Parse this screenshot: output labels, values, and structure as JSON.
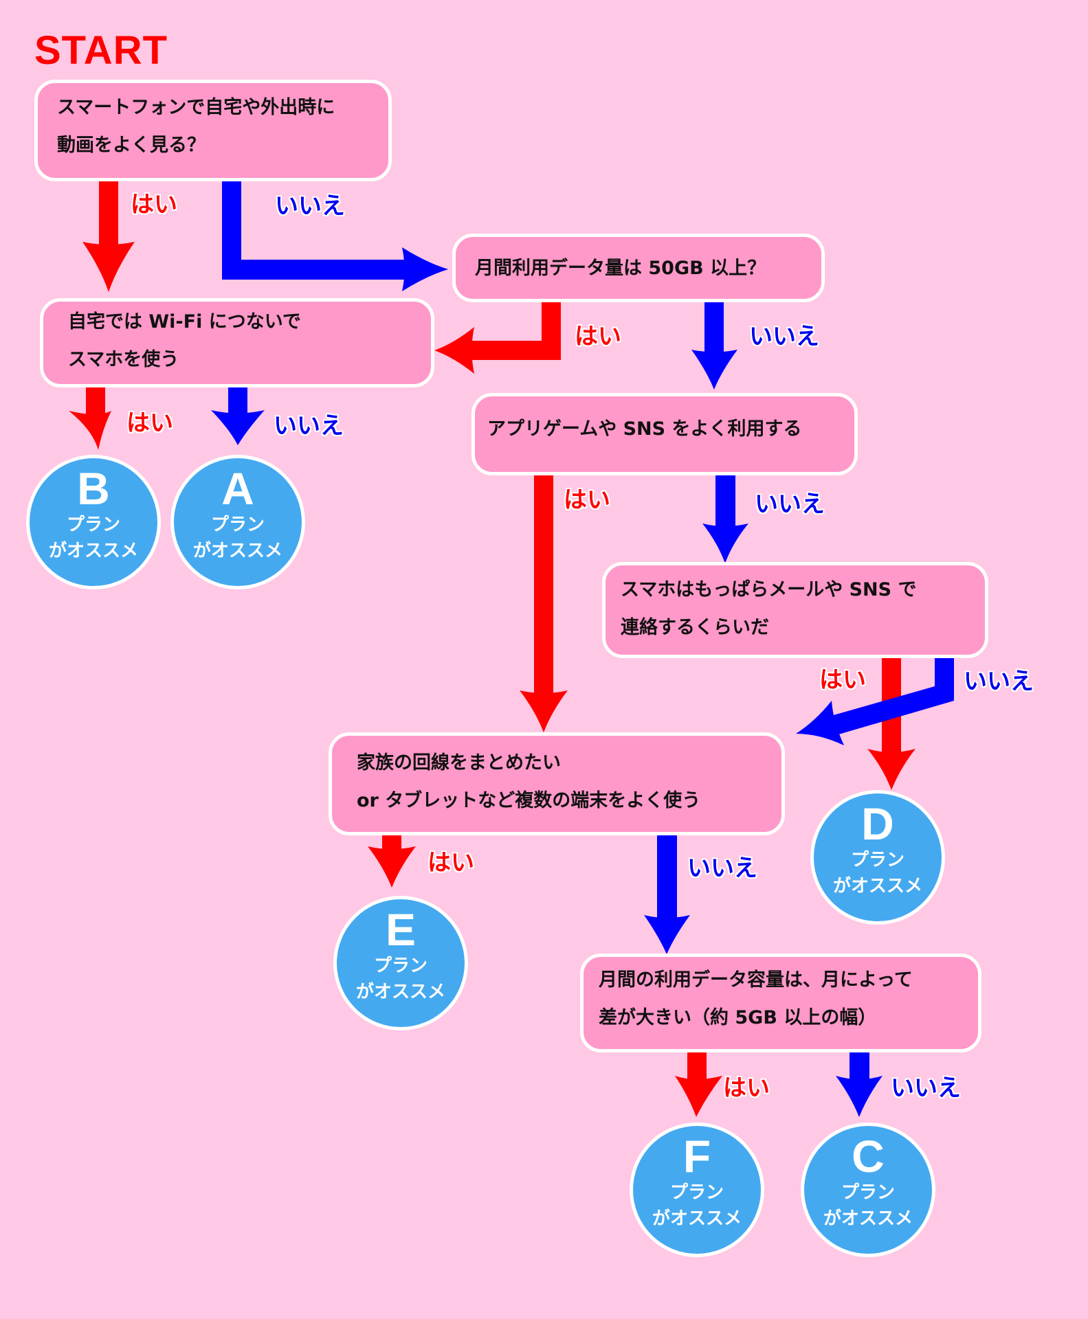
{
  "title": "START",
  "colors": {
    "background": "#ffc8e4",
    "question_box": "#ff99c9",
    "plan_circle": "#45a9f0",
    "yes_arrow": "#ff0000",
    "no_arrow": "#0000ff"
  },
  "labels": {
    "yes": "はい",
    "no": "いいえ"
  },
  "questions": [
    {
      "id": "q1",
      "lines": [
        "スマートフォンで自宅や外出時に",
        "動画をよく見る？"
      ]
    },
    {
      "id": "q2",
      "lines": [
        "月間利用データ量は 50GB 以上？"
      ]
    },
    {
      "id": "q3",
      "lines": [
        "自宅では Wi-Fi につないで",
        "スマホを使う"
      ]
    },
    {
      "id": "q4",
      "lines": [
        "アプリゲームや SNS をよく利用する"
      ]
    },
    {
      "id": "q5",
      "lines": [
        "スマホはもっぱらメールや SNS で",
        "連絡するくらいだ"
      ]
    },
    {
      "id": "q6",
      "lines": [
        "家族の回線をまとめたい",
        "or タブレットなど複数の端末をよく使う"
      ]
    },
    {
      "id": "q7",
      "lines": [
        "月間の利用データ容量は、月によって",
        "差が大きい（約 5GB 以上の幅）"
      ]
    }
  ],
  "plans": [
    {
      "letter": "B",
      "line1": "プラン",
      "line2": "がオススメ"
    },
    {
      "letter": "A",
      "line1": "プラン",
      "line2": "がオススメ"
    },
    {
      "letter": "D",
      "line1": "プラン",
      "line2": "がオススメ"
    },
    {
      "letter": "E",
      "line1": "プラン",
      "line2": "がオススメ"
    },
    {
      "letter": "F",
      "line1": "プラン",
      "line2": "がオススメ"
    },
    {
      "letter": "C",
      "line1": "プラン",
      "line2": "がオススメ"
    }
  ],
  "edges": [
    {
      "from": "q1",
      "answer": "はい",
      "to": "q3"
    },
    {
      "from": "q1",
      "answer": "いいえ",
      "to": "q2"
    },
    {
      "from": "q2",
      "answer": "はい",
      "to": "q3"
    },
    {
      "from": "q2",
      "answer": "いいえ",
      "to": "q4"
    },
    {
      "from": "q3",
      "answer": "はい",
      "to": "plan-B"
    },
    {
      "from": "q3",
      "answer": "いいえ",
      "to": "plan-A"
    },
    {
      "from": "q4",
      "answer": "はい",
      "to": "q6"
    },
    {
      "from": "q4",
      "answer": "いいえ",
      "to": "q5"
    },
    {
      "from": "q5",
      "answer": "はい",
      "to": "plan-D"
    },
    {
      "from": "q5",
      "answer": "いいえ",
      "to": "q6"
    },
    {
      "from": "q6",
      "answer": "はい",
      "to": "plan-E"
    },
    {
      "from": "q6",
      "answer": "いいえ",
      "to": "q7"
    },
    {
      "from": "q7",
      "answer": "はい",
      "to": "plan-F"
    },
    {
      "from": "q7",
      "answer": "いいえ",
      "to": "plan-C"
    }
  ]
}
